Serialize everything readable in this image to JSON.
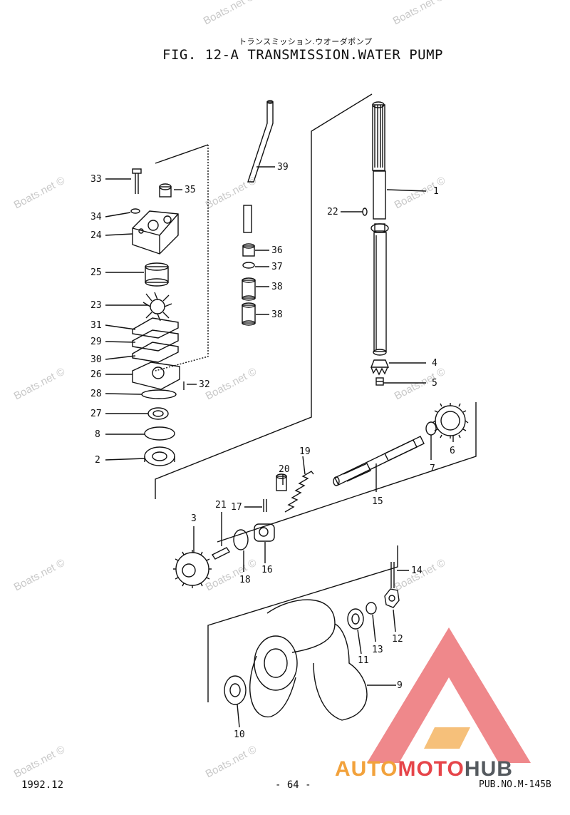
{
  "header": {
    "title_jp": "トランスミッション.ウオーダポンプ",
    "title": "FIG. 12-A TRANSMISSION.WATER PUMP"
  },
  "footer": {
    "date": "1992.12",
    "page": "- 64 -",
    "pub": "PUB.NO.M-145B"
  },
  "watermark": "Boats.net ©",
  "brand": {
    "part1": "AUTO",
    "part2": "MOTO",
    "part3": "HUB",
    "color_orange": "#f2a23c",
    "color_red": "#e6454a",
    "color_gray": "#555a5f"
  },
  "labels": {
    "p1": "1",
    "p2": "2",
    "p3": "3",
    "p4": "4",
    "p5": "5",
    "p6": "6",
    "p7": "7",
    "p8": "8",
    "p9": "9",
    "p10": "10",
    "p11": "11",
    "p12": "12",
    "p13": "13",
    "p14": "14",
    "p15": "15",
    "p16": "16",
    "p17": "17",
    "p18": "18",
    "p19": "19",
    "p20": "20",
    "p21": "21",
    "p22": "22",
    "p23": "23",
    "p24": "24",
    "p25": "25",
    "p26": "26",
    "p27": "27",
    "p28": "28",
    "p29": "29",
    "p30": "30",
    "p31": "31",
    "p32": "32",
    "p33": "33",
    "p34": "34",
    "p35": "35",
    "p36": "36",
    "p37": "37",
    "p38a": "38",
    "p38b": "38",
    "p39": "39"
  }
}
